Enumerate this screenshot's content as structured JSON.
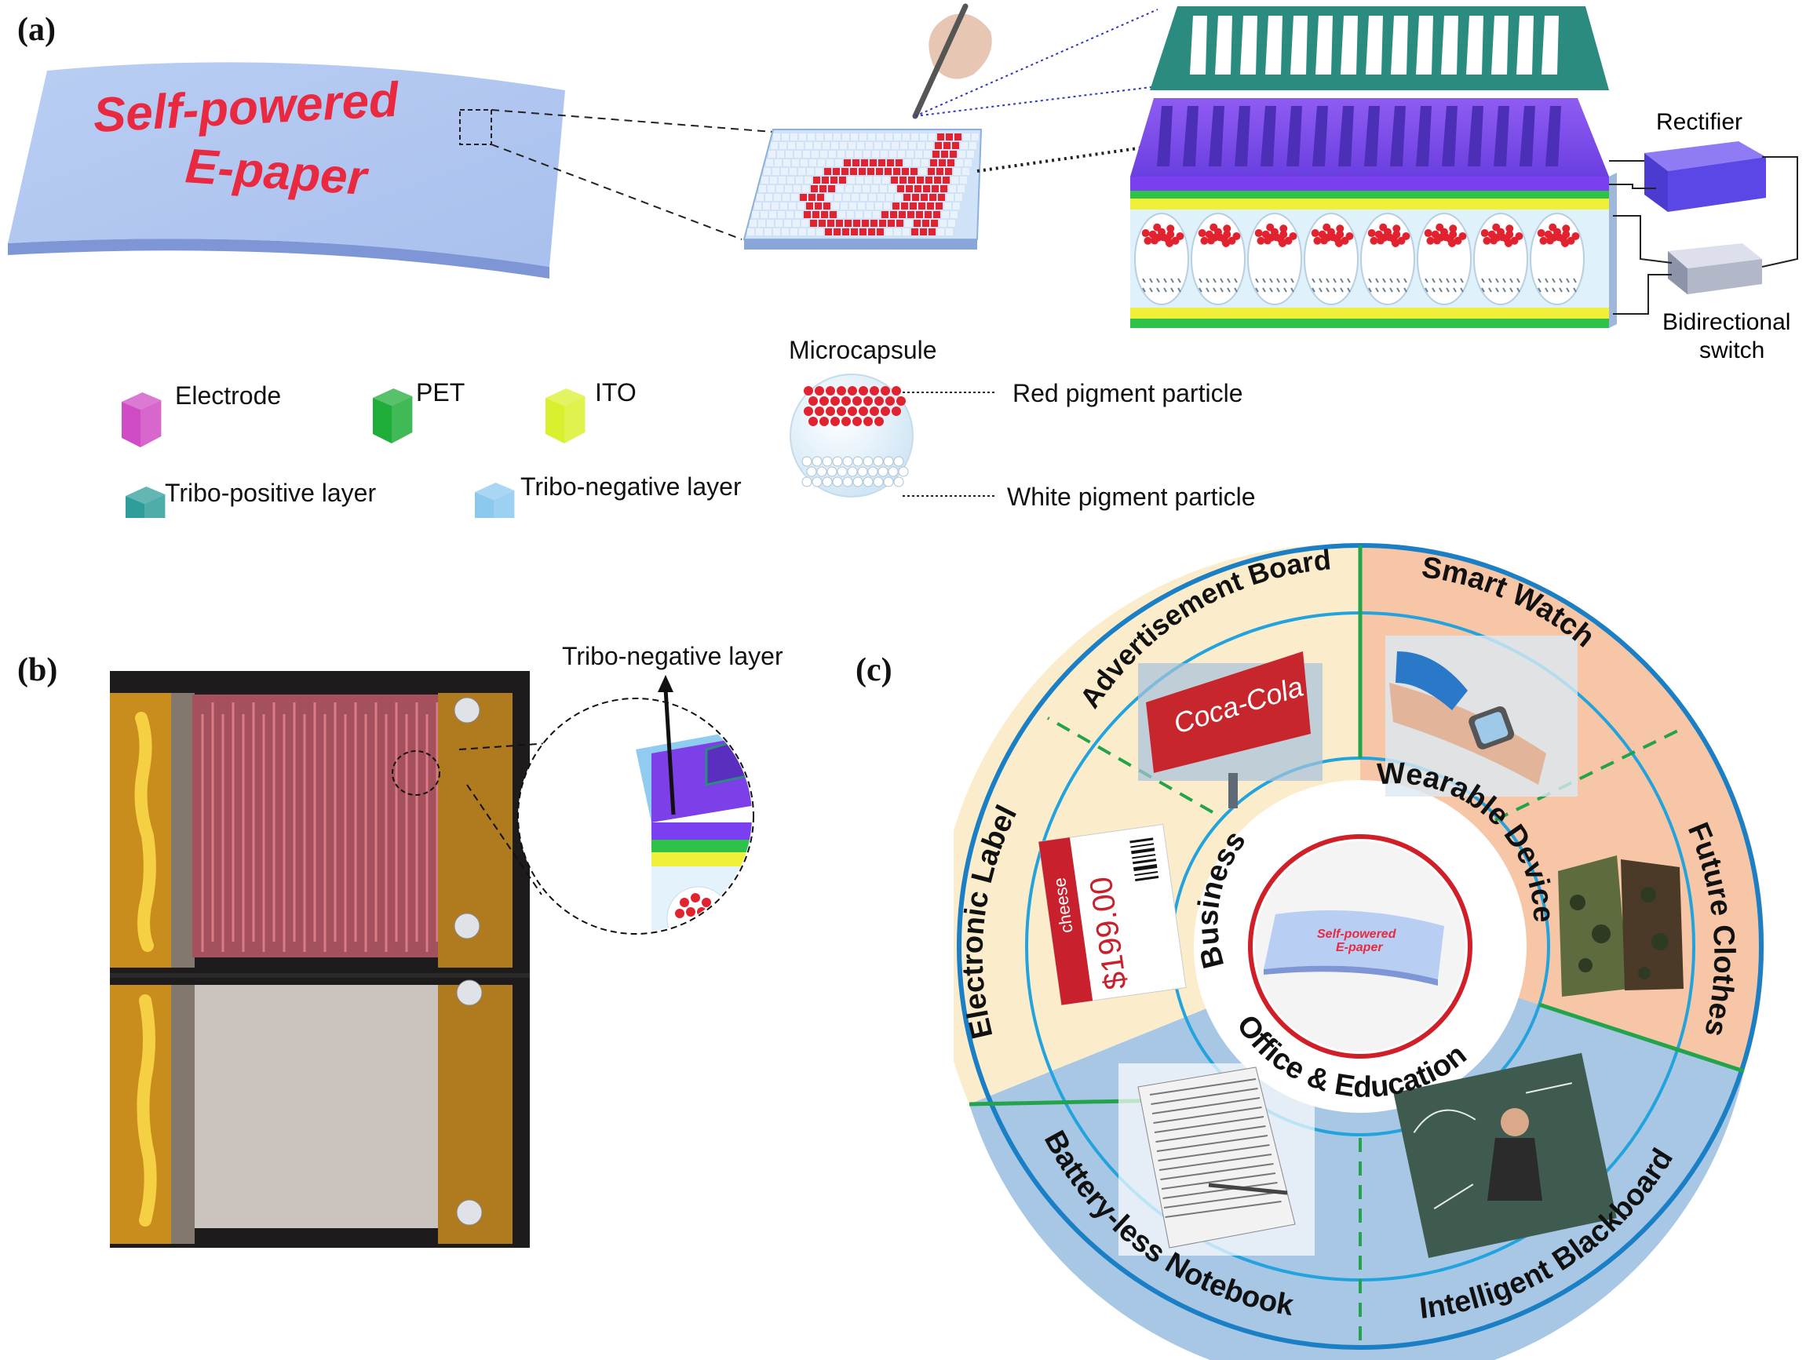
{
  "panels": {
    "a": "(a)",
    "b": "(b)",
    "c": "(c)"
  },
  "panel_a": {
    "paper_text_line1": "Self-powered",
    "paper_text_line2": "E-paper",
    "pixel_letter": "d",
    "rectifier": "Rectifier",
    "switch_line1": "Bidirectional",
    "switch_line2": "switch",
    "microcapsule_title": "Microcapsule",
    "red_particle": "Red pigment particle",
    "white_particle": "White pigment particle",
    "legend": [
      {
        "label": "Electrode",
        "color": "#d04cc4"
      },
      {
        "label": "PET",
        "color": "#1fae3a"
      },
      {
        "label": "ITO",
        "color": "#d9f02e"
      },
      {
        "label": "Tribo-positive layer",
        "color": "#2f9e9a"
      },
      {
        "label": "Tribo-negative layer",
        "color": "#8cc9ef"
      }
    ]
  },
  "panel_b": {
    "callout": "Tribo-negative layer"
  },
  "panel_c": {
    "center_line1": "Self-powered",
    "center_line2": "E-paper",
    "inner": {
      "business": "Business",
      "wearable": "Wearable Device",
      "office": "Office & Education"
    },
    "outer": {
      "advertisement": "Advertisement Board",
      "smart_watch": "Smart Watch",
      "electronic_label": "Electronic Label",
      "future_clothes": "Future Clothes",
      "notebook": "Battery-less Notebook",
      "blackboard": "Intelligent Blackboard"
    },
    "price_tag": {
      "product": "cheese",
      "price": "$199.00"
    },
    "billboard_brand": "Coca-Cola",
    "sector_colors": {
      "business": "#fbeccb",
      "wearable": "#f6c6a6",
      "office": "#a7c7e5",
      "ring": "#1a7fc4",
      "divider": "#23a34a",
      "inner_ring": "#d11f2a"
    }
  }
}
